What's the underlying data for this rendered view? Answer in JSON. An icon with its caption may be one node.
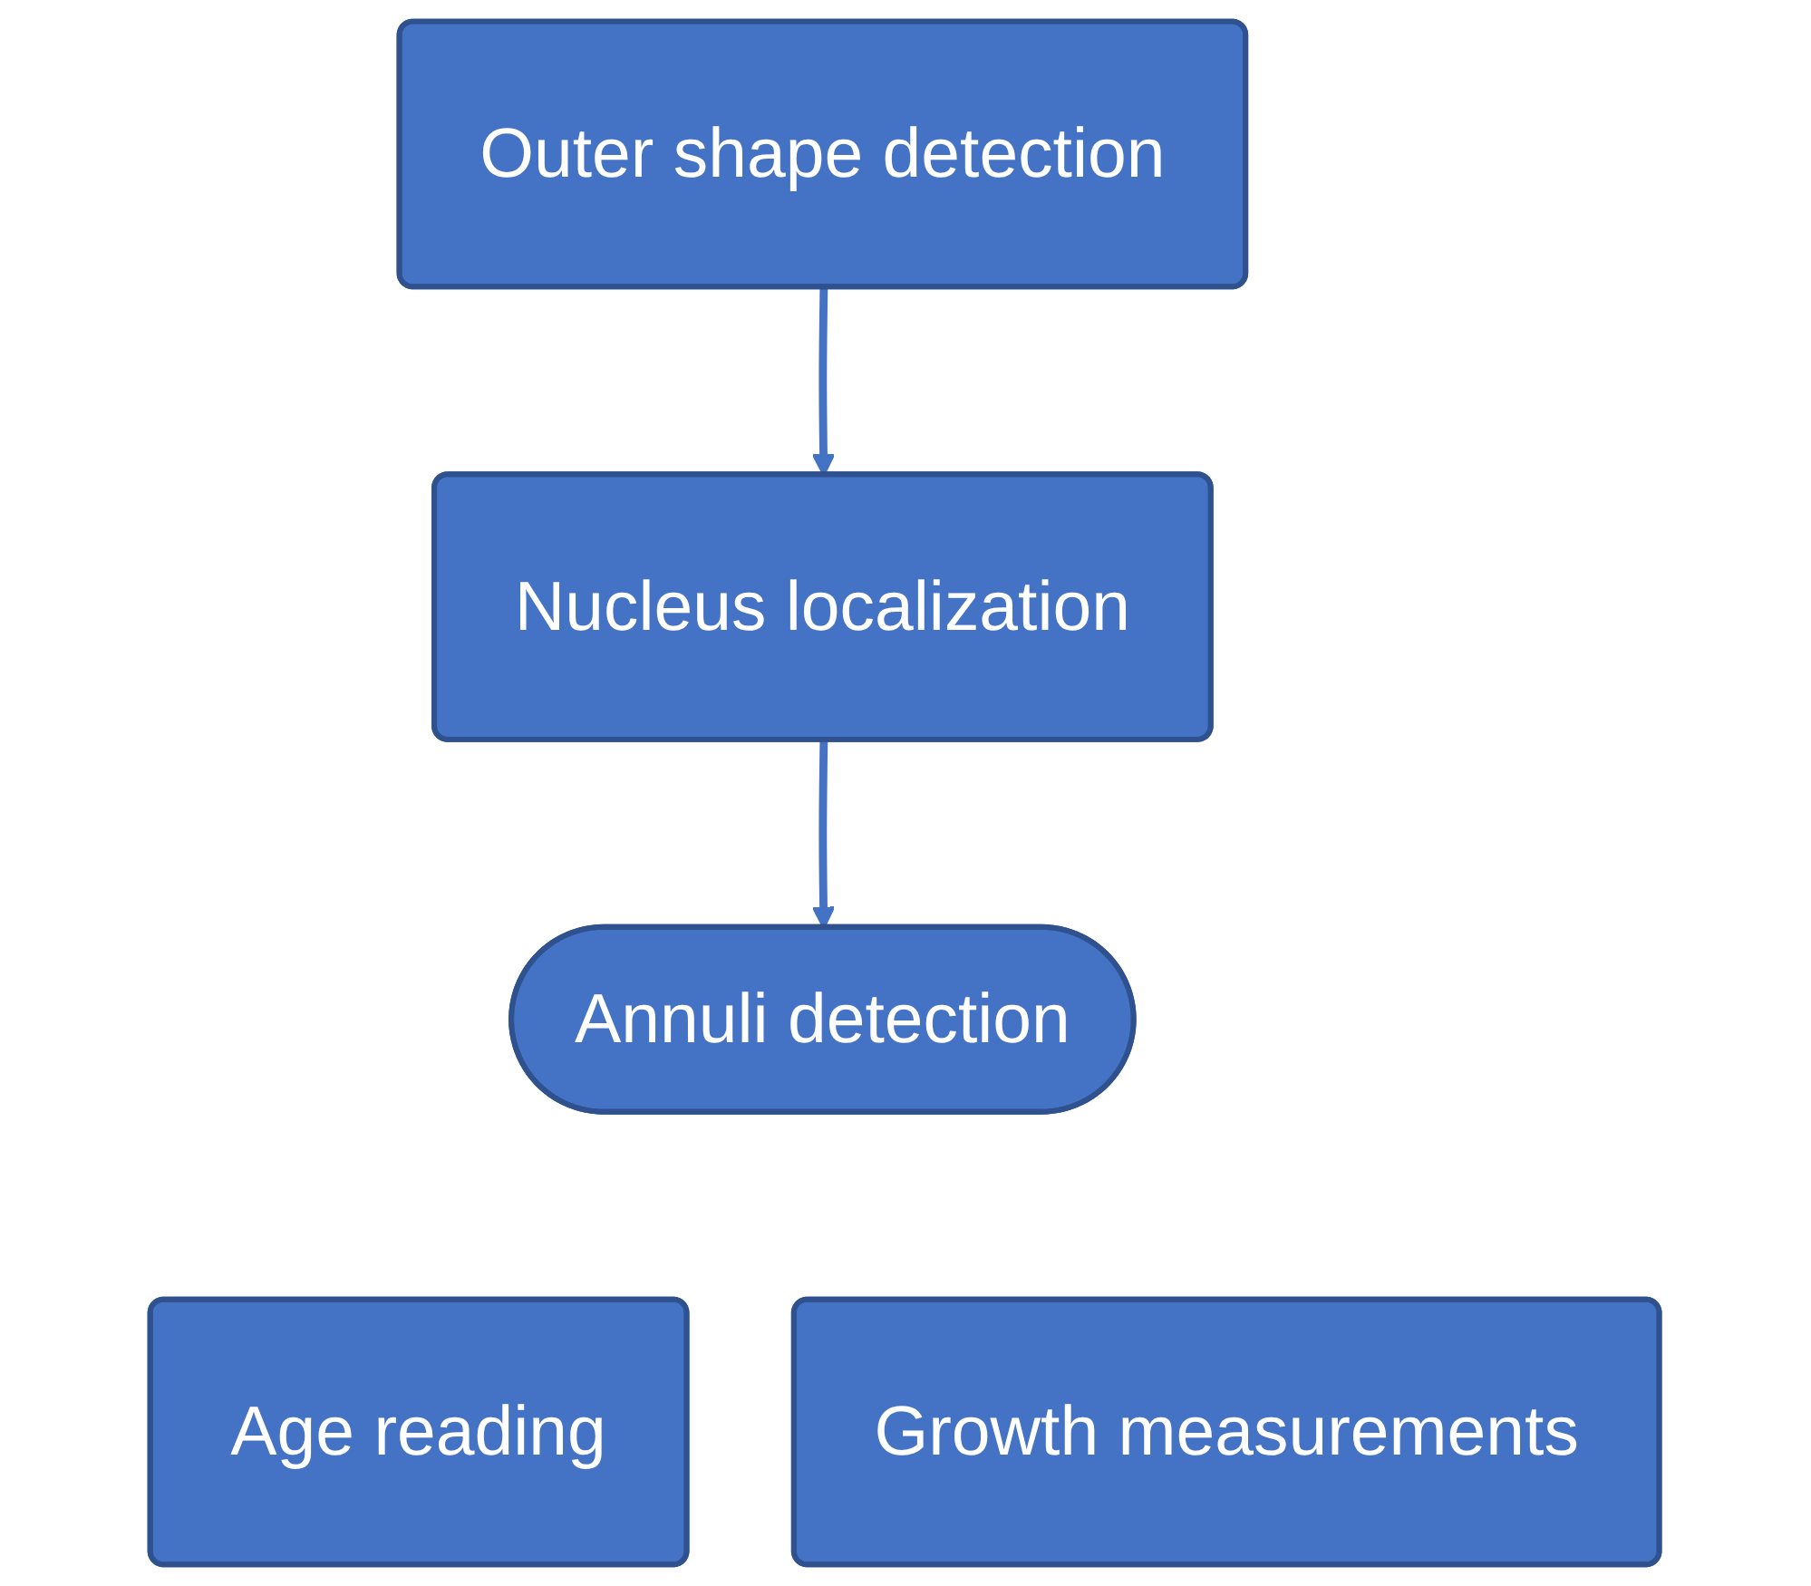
{
  "diagram": {
    "nodes": [
      {
        "text": [
          "Outer shape detection"
        ]
      },
      {
        "text": [
          "Nucleus localization"
        ]
      },
      {
        "text": [
          "Annuli detection"
        ]
      },
      {
        "text": [
          "Age reading"
        ]
      },
      {
        "text": [
          "Growth measurements"
        ]
      }
    ],
    "edges": [
      {
        "from": 0,
        "to": 1,
        "arrow": "to"
      },
      {
        "from": 1,
        "to": 2,
        "arrow": "to"
      }
    ]
  }
}
